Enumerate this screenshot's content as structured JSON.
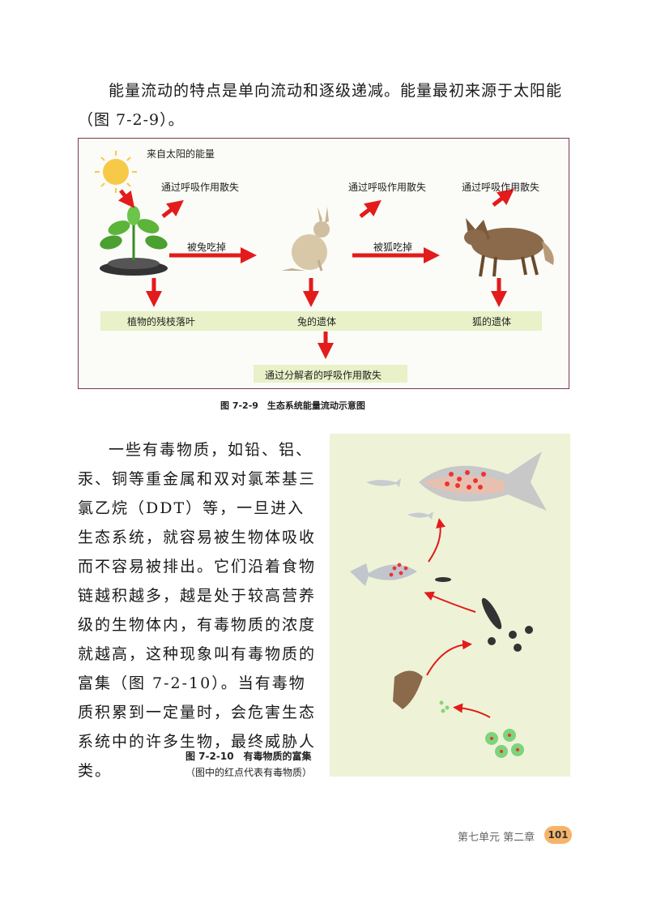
{
  "intro": "能量流动的特点是单向流动和逐级递减。能量最初来源于太阳能（图 7-2-9）。",
  "figure1": {
    "sun_label": "来自太阳的能量",
    "respiration_label": "通过呼吸作用散失",
    "eaten_by_rabbit": "被兔吃掉",
    "eaten_by_fox": "被狐吃掉",
    "plant_remains": "植物的残枝落叶",
    "rabbit_remains": "兔的遗体",
    "fox_remains": "狐的遗体",
    "decomposer": "通过分解者的呼吸作用散失",
    "caption": "图 7-2-9　生态系统能量流动示意图"
  },
  "body": "一些有毒物质，如铅、铝、汞、铜等重金属和双对氯苯基三氯乙烷（DDT）等，一旦进入生态系统，就容易被生物体吸收而不容易被排出。它们沿着食物链越积越多，越是处于较高营养级的生物体内，有毒物质的浓度就越高，这种现象叫有毒物质的富集（图 7-2-10）。当有毒物质积累到一定量时，会危害生态系统中的许多生物，最终威胁人类。",
  "figure2": {
    "caption": "图 7-2-10　有毒物质的富集",
    "sub": "（图中的红点代表有毒物质）"
  },
  "footer": {
    "chapter": "第七单元 第二章",
    "page": "101"
  },
  "colors": {
    "arrow": "#e31b1b",
    "bar": "#e8f1c8",
    "badge": "#f6b46a"
  }
}
